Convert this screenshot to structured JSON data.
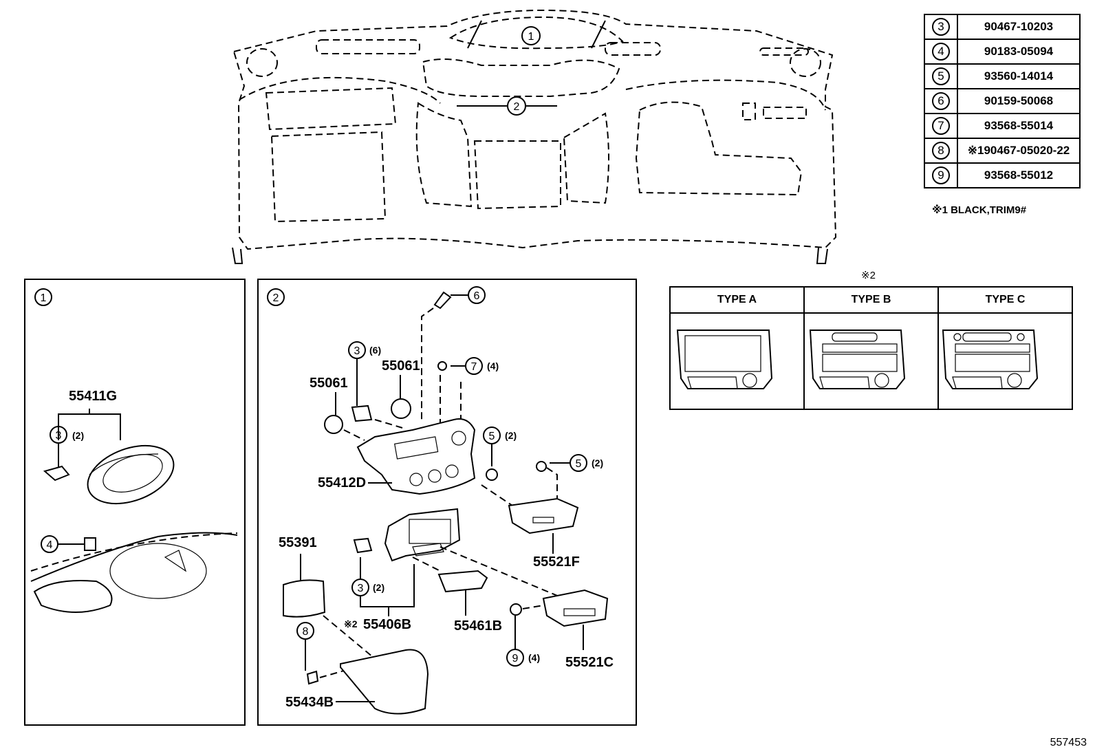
{
  "parts_table": [
    {
      "ref": "3",
      "part": "90467-10203"
    },
    {
      "ref": "4",
      "part": "90183-05094"
    },
    {
      "ref": "5",
      "part": "93560-14014"
    },
    {
      "ref": "6",
      "part": "90159-50068"
    },
    {
      "ref": "7",
      "part": "93568-55014"
    },
    {
      "ref": "8",
      "part": "※190467-05020-22"
    },
    {
      "ref": "9",
      "part": "93568-55012"
    }
  ],
  "note1": "※1 BLACK,TRIM9#",
  "note2": "※2",
  "types": [
    "TYPE A",
    "TYPE B",
    "TYPE C"
  ],
  "dashboard": {
    "ref1": "1",
    "ref2": "2"
  },
  "panel1": {
    "ref": "1",
    "part_55411G": "55411G",
    "screw_ref": "3",
    "screw_qty": "(2)",
    "clip_ref": "4"
  },
  "panel2": {
    "ref": "2",
    "ref6": "6",
    "ref3a": "3",
    "qty3a": "(6)",
    "ref7": "7",
    "qty7": "(4)",
    "part_55061a": "55061",
    "part_55061b": "55061",
    "ref5a": "5",
    "qty5a": "(2)",
    "ref5b": "5",
    "qty5b": "(2)",
    "part_55412D": "55412D",
    "part_55521F": "55521F",
    "part_55391": "55391",
    "ref3b": "3",
    "qty3b": "(2)",
    "note_star2": "※2",
    "part_55406B": "55406B",
    "part_55461B": "55461B",
    "ref8": "8",
    "ref9": "9",
    "qty9": "(4)",
    "part_55521C": "55521C",
    "part_55434B": "55434B"
  },
  "footer_code": "557453"
}
